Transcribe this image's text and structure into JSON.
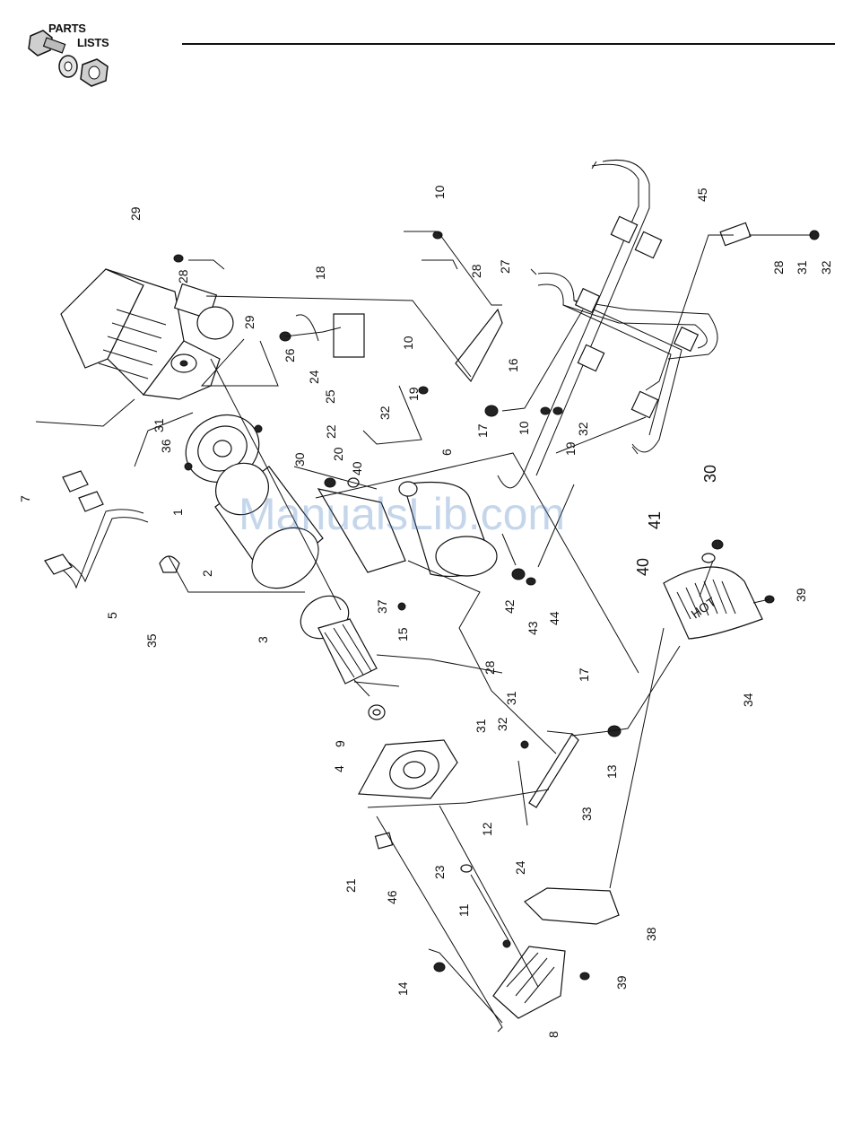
{
  "header": {
    "logo_line1": "PARTS",
    "logo_line2": "LISTS"
  },
  "watermark": "ManualsLib.com",
  "plate_text": "HOT",
  "callouts": [
    {
      "id": "c1",
      "text": "1"
    },
    {
      "id": "c2",
      "text": "2"
    },
    {
      "id": "c3",
      "text": "3"
    },
    {
      "id": "c4",
      "text": "4"
    },
    {
      "id": "c5",
      "text": "5"
    },
    {
      "id": "c6",
      "text": "6"
    },
    {
      "id": "c7",
      "text": "7"
    },
    {
      "id": "c8",
      "text": "8"
    },
    {
      "id": "c9",
      "text": "9"
    },
    {
      "id": "c10a",
      "text": "10"
    },
    {
      "id": "c10b",
      "text": "10"
    },
    {
      "id": "c10c",
      "text": "10"
    },
    {
      "id": "c11",
      "text": "11"
    },
    {
      "id": "c12",
      "text": "12"
    },
    {
      "id": "c13",
      "text": "13"
    },
    {
      "id": "c14",
      "text": "14"
    },
    {
      "id": "c15",
      "text": "15"
    },
    {
      "id": "c16",
      "text": "16"
    },
    {
      "id": "c17a",
      "text": "17"
    },
    {
      "id": "c17b",
      "text": "17"
    },
    {
      "id": "c18",
      "text": "18"
    },
    {
      "id": "c19a",
      "text": "19"
    },
    {
      "id": "c19b",
      "text": "19"
    },
    {
      "id": "c20",
      "text": "20"
    },
    {
      "id": "c21",
      "text": "21"
    },
    {
      "id": "c22",
      "text": "22"
    },
    {
      "id": "c23",
      "text": "23"
    },
    {
      "id": "c24a",
      "text": "24"
    },
    {
      "id": "c24b",
      "text": "24"
    },
    {
      "id": "c25",
      "text": "25"
    },
    {
      "id": "c26",
      "text": "26"
    },
    {
      "id": "c27",
      "text": "27"
    },
    {
      "id": "c28a",
      "text": "28"
    },
    {
      "id": "c28b",
      "text": "28"
    },
    {
      "id": "c28c",
      "text": "28"
    },
    {
      "id": "c28d",
      "text": "28"
    },
    {
      "id": "c29a",
      "text": "29"
    },
    {
      "id": "c29b",
      "text": "29"
    },
    {
      "id": "c30a",
      "text": "30"
    },
    {
      "id": "c30b",
      "text": "30"
    },
    {
      "id": "c31a",
      "text": "31"
    },
    {
      "id": "c31b",
      "text": "31"
    },
    {
      "id": "c31c",
      "text": "31"
    },
    {
      "id": "c31d",
      "text": "31"
    },
    {
      "id": "c32a",
      "text": "32"
    },
    {
      "id": "c32b",
      "text": "32"
    },
    {
      "id": "c32c",
      "text": "32"
    },
    {
      "id": "c32d",
      "text": "32"
    },
    {
      "id": "c33",
      "text": "33"
    },
    {
      "id": "c34",
      "text": "34"
    },
    {
      "id": "c35",
      "text": "35"
    },
    {
      "id": "c36",
      "text": "36"
    },
    {
      "id": "c37",
      "text": "37"
    },
    {
      "id": "c38",
      "text": "38"
    },
    {
      "id": "c39a",
      "text": "39"
    },
    {
      "id": "c39b",
      "text": "39"
    },
    {
      "id": "c40a",
      "text": "40"
    },
    {
      "id": "c40b",
      "text": "40"
    },
    {
      "id": "c41",
      "text": "41"
    },
    {
      "id": "c42",
      "text": "42"
    },
    {
      "id": "c43",
      "text": "43"
    },
    {
      "id": "c44",
      "text": "44"
    },
    {
      "id": "c45",
      "text": "45"
    },
    {
      "id": "c46",
      "text": "46"
    }
  ]
}
